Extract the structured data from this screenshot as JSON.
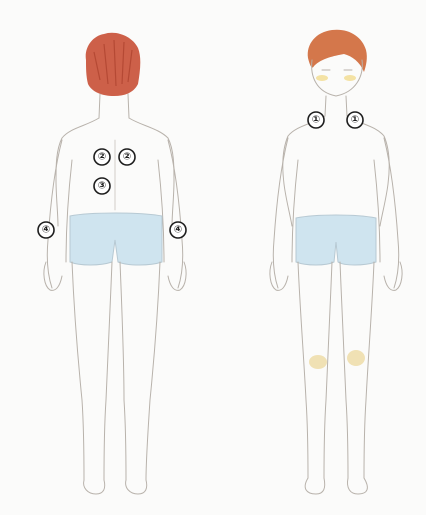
{
  "figures": [
    {
      "name": "back-view",
      "hair_color": "#c9533a",
      "shorts_color": "#cfe4ef",
      "skin_color": "#fbfbfa"
    },
    {
      "name": "front-view",
      "hair_color": "#d06b3c",
      "shorts_color": "#cfe4ef",
      "cheek_color": "#f3dc8e",
      "knee_color": "#e8cc7a"
    }
  ],
  "markers": [
    {
      "label": "①",
      "view": "front",
      "region": "left-shoulder"
    },
    {
      "label": "①",
      "view": "front",
      "region": "right-shoulder"
    },
    {
      "label": "②",
      "view": "back",
      "region": "upper-back-left"
    },
    {
      "label": "②",
      "view": "back",
      "region": "upper-back-right"
    },
    {
      "label": "③",
      "view": "back",
      "region": "mid-back"
    },
    {
      "label": "④",
      "view": "back",
      "region": "left-hip"
    },
    {
      "label": "④",
      "view": "back",
      "region": "right-hip"
    }
  ]
}
